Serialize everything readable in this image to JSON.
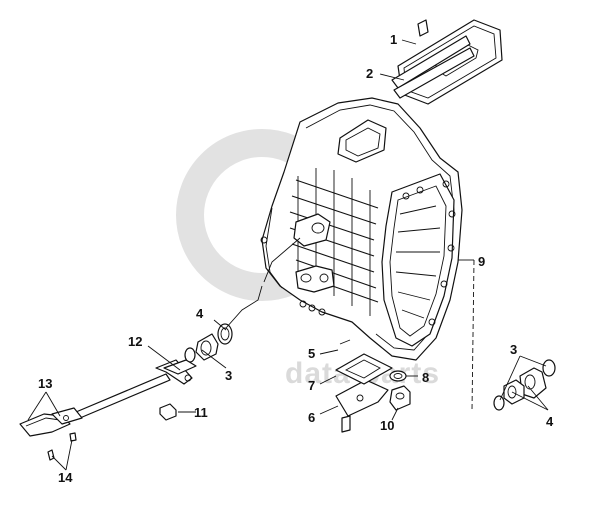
{
  "watermark": {
    "text": "data-parts",
    "color": "#dadada"
  },
  "callouts": [
    {
      "id": "c1",
      "label": "1"
    },
    {
      "id": "c2",
      "label": "2"
    },
    {
      "id": "c3a",
      "label": "3"
    },
    {
      "id": "c3b",
      "label": "3"
    },
    {
      "id": "c4a",
      "label": "4"
    },
    {
      "id": "c4b",
      "label": "4"
    },
    {
      "id": "c5",
      "label": "5"
    },
    {
      "id": "c6",
      "label": "6"
    },
    {
      "id": "c7",
      "label": "7"
    },
    {
      "id": "c8",
      "label": "8"
    },
    {
      "id": "c9",
      "label": "9"
    },
    {
      "id": "c10",
      "label": "10"
    },
    {
      "id": "c11",
      "label": "11"
    },
    {
      "id": "c12",
      "label": "12"
    },
    {
      "id": "c13",
      "label": "13"
    },
    {
      "id": "c14",
      "label": "14"
    }
  ]
}
